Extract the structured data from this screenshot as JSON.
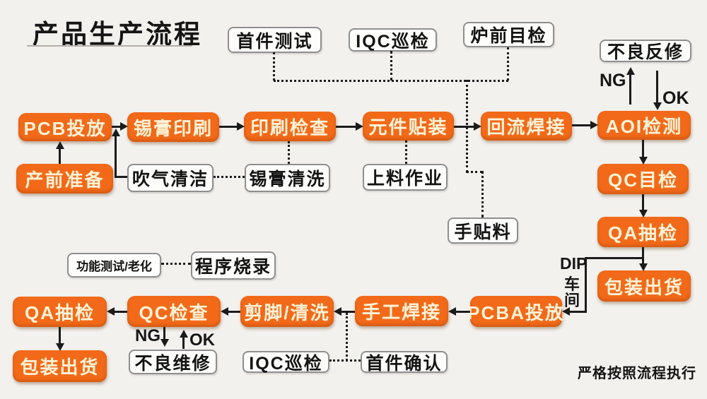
{
  "title": "产品生产流程",
  "note": "严格按照流程执行",
  "colors": {
    "background": "#f3f1ee",
    "process_box": "#f26a19",
    "process_text": "#fcf3d8",
    "aux_box_border": "#8f8f8f",
    "line": "#1b1b1b"
  },
  "nodes": {
    "first_article_test": "首件测试",
    "iqc_patrol_top": "IQC巡检",
    "pre_furnace_check": "炉前目检",
    "defect_rework": "不良反修",
    "pcb_input": "PCB投放",
    "solder_paste_print": "锡膏印刷",
    "print_inspection": "印刷检查",
    "component_placement": "元件贴装",
    "reflow_soldering": "回流焊接",
    "aoi_inspection": "AOI检测",
    "pre_production_prep": "产前准备",
    "air_blow_clean": "吹气清洁",
    "solder_paste_clean": "锡膏清洗",
    "loading_operation": "上料作业",
    "hand_placement": "手贴料",
    "qc_visual_check": "QC目检",
    "qa_sampling_right": "QA抽检",
    "packing_shipping_right": "包装出货",
    "function_test_aging": "功能测试/老化",
    "program_burning": "程序烧录",
    "qa_sampling_bottom": "QA抽检",
    "qc_check": "QC检查",
    "lead_trim_clean": "剪脚/清洗",
    "hand_soldering": "手工焊接",
    "pcba_input": "PCBA投放",
    "packing_shipping_bottom": "包装出货",
    "defect_repair": "不良维修",
    "iqc_patrol_bottom": "IQC巡检",
    "first_article_confirm": "首件确认"
  },
  "labels": {
    "ng_top": "NG",
    "ok_top": "OK",
    "ng_bottom": "NG",
    "ok_bottom": "OK",
    "dip_line1": "DIP",
    "dip_line2": "车",
    "dip_line3": "间"
  }
}
